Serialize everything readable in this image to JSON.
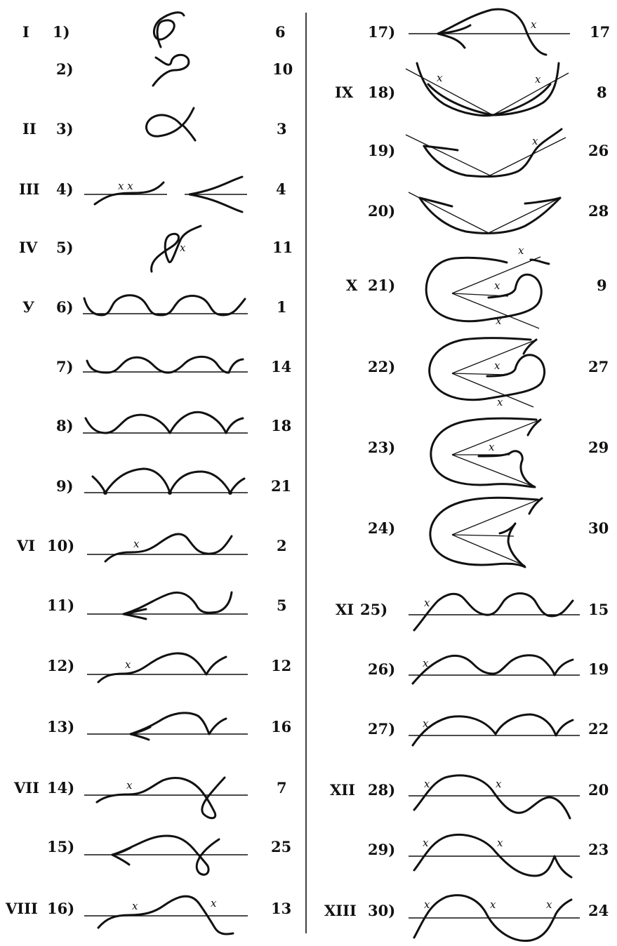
{
  "divider": true,
  "rows": [
    {
      "id": 1,
      "group": "I",
      "label": "1)",
      "code": "6",
      "col": "left"
    },
    {
      "id": 2,
      "group": "",
      "label": "2)",
      "code": "10",
      "col": "left"
    },
    {
      "id": 3,
      "group": "II",
      "label": "3)",
      "code": "3",
      "col": "left"
    },
    {
      "id": 4,
      "group": "III",
      "label": "4)",
      "code": "4",
      "col": "left"
    },
    {
      "id": 5,
      "group": "IV",
      "label": "5)",
      "code": "11",
      "col": "left"
    },
    {
      "id": 6,
      "group": "У",
      "label": "6)",
      "code": "1",
      "col": "left"
    },
    {
      "id": 7,
      "group": "",
      "label": "7)",
      "code": "14",
      "col": "left"
    },
    {
      "id": 8,
      "group": "",
      "label": "8)",
      "code": "18",
      "col": "left"
    },
    {
      "id": 9,
      "group": "",
      "label": "9)",
      "code": "21",
      "col": "left"
    },
    {
      "id": 10,
      "group": "VI",
      "label": "10)",
      "code": "2",
      "col": "left"
    },
    {
      "id": 11,
      "group": "",
      "label": "11)",
      "code": "5",
      "col": "left"
    },
    {
      "id": 12,
      "group": "",
      "label": "12)",
      "code": "12",
      "col": "left"
    },
    {
      "id": 13,
      "group": "",
      "label": "13)",
      "code": "16",
      "col": "left"
    },
    {
      "id": 14,
      "group": "VII",
      "label": "14)",
      "code": "7",
      "col": "left"
    },
    {
      "id": 15,
      "group": "",
      "label": "15)",
      "code": "25",
      "col": "left"
    },
    {
      "id": 16,
      "group": "VIII",
      "label": "16)",
      "code": "13",
      "col": "left"
    },
    {
      "id": 17,
      "group": "",
      "label": "17)",
      "code": "17",
      "col": "right"
    },
    {
      "id": 18,
      "group": "IX",
      "label": "18)",
      "code": "8",
      "col": "right"
    },
    {
      "id": 19,
      "group": "",
      "label": "19)",
      "code": "26",
      "col": "right"
    },
    {
      "id": 20,
      "group": "",
      "label": "20)",
      "code": "28",
      "col": "right"
    },
    {
      "id": 21,
      "group": "X",
      "label": "21)",
      "code": "9",
      "col": "right"
    },
    {
      "id": 22,
      "group": "",
      "label": "22)",
      "code": "27",
      "col": "right"
    },
    {
      "id": 23,
      "group": "",
      "label": "23)",
      "code": "29",
      "col": "right"
    },
    {
      "id": 24,
      "group": "",
      "label": "24)",
      "code": "30",
      "col": "right"
    },
    {
      "id": 25,
      "group": "XI",
      "label": "25)",
      "code": "15",
      "col": "right"
    },
    {
      "id": 26,
      "group": "",
      "label": "26)",
      "code": "19",
      "col": "right"
    },
    {
      "id": 27,
      "group": "",
      "label": "27)",
      "code": "22",
      "col": "right"
    },
    {
      "id": 28,
      "group": "XII",
      "label": "28)",
      "code": "20",
      "col": "right"
    },
    {
      "id": 29,
      "group": "",
      "label": "29)",
      "code": "23",
      "col": "right"
    },
    {
      "id": 30,
      "group": "XIII",
      "label": "30)",
      "code": "24",
      "col": "right"
    }
  ],
  "markers": {
    "x": "x",
    "xx": "x x"
  }
}
